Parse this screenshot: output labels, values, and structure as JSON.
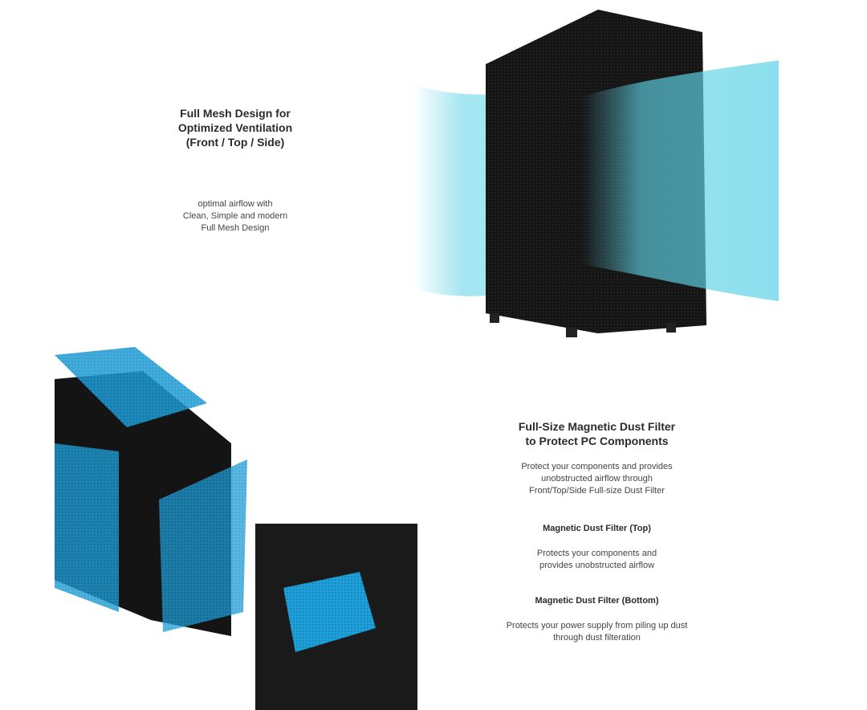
{
  "section1": {
    "title_lines": [
      "Full Mesh Design for",
      "Optimized Ventilation",
      "(Front / Top / Side)"
    ],
    "body_lines": [
      "optimal airflow with",
      "Clean, Simple and modern",
      "Full Mesh Design"
    ]
  },
  "section2": {
    "title_lines": [
      "Full-Size Magnetic Dust Filter",
      "to Protect PC Components"
    ],
    "body_lines": [
      "Protect your components and provides",
      "unobstructed airflow through",
      "Front/Top/Side Full-size Dust Filter"
    ],
    "top_filter": {
      "title": "Magnetic Dust Filter (Top)",
      "body_lines": [
        "Protects your components and",
        "provides unobstructed airflow"
      ]
    },
    "bottom_filter": {
      "title": "Magnetic Dust Filter (Bottom)",
      "body_lines": [
        "Protects your power supply from piling up dust",
        "through dust filteration"
      ]
    }
  },
  "colors": {
    "airflow": "#5fd3e6",
    "filter": "#1e9fd8",
    "case": "#141414"
  }
}
